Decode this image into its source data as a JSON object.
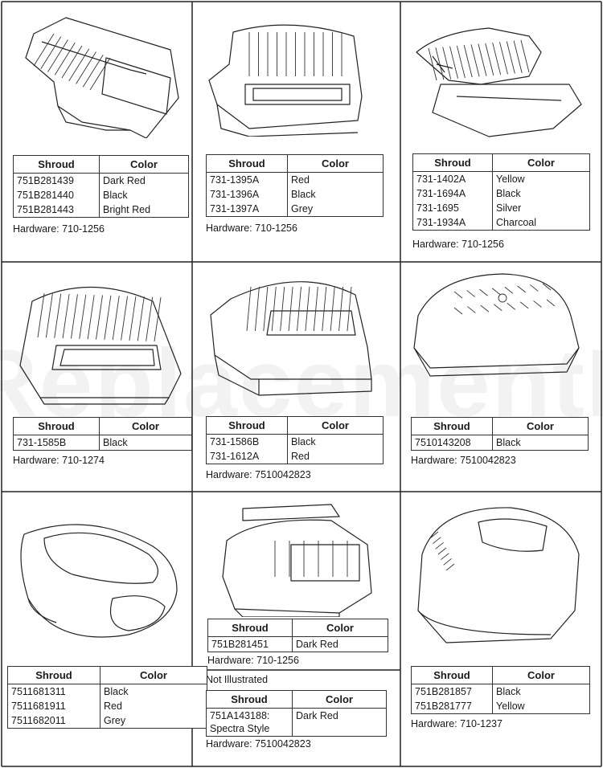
{
  "watermark": "ReplacementParts.com",
  "panels": [
    {
      "rows": [
        [
          "751B281439",
          "Dark Red"
        ],
        [
          "751B281440",
          "Black"
        ],
        [
          "751B281443",
          "Bright Red"
        ]
      ],
      "hardware": "Hardware: 710-1256"
    },
    {
      "rows": [
        [
          "731-1395A",
          "Red"
        ],
        [
          "731-1396A",
          "Black"
        ],
        [
          "731-1397A",
          "Grey"
        ]
      ],
      "hardware": "Hardware: 710-1256"
    },
    {
      "rows": [
        [
          "731-1402A",
          "Yellow"
        ],
        [
          "731-1694A",
          "Black"
        ],
        [
          "731-1695",
          "Silver"
        ],
        [
          "731-1934A",
          "Charcoal"
        ]
      ],
      "hardware": "Hardware: 710-1256"
    },
    {
      "rows": [
        [
          "731-1585B",
          "Black"
        ]
      ],
      "hardware": "Hardware: 710-1274"
    },
    {
      "rows": [
        [
          "731-1586B",
          "Black"
        ],
        [
          "731-1612A",
          "Red"
        ]
      ],
      "hardware": "Hardware: 7510042823"
    },
    {
      "rows": [
        [
          "7510143208",
          "Black"
        ]
      ],
      "hardware": "Hardware: 7510042823"
    },
    {
      "rows": [
        [
          "7511681311",
          "Black"
        ],
        [
          "7511681911",
          "Red"
        ],
        [
          "7511682011",
          "Grey"
        ]
      ],
      "hardware": ""
    },
    {
      "rows": [
        [
          "751B281451",
          "Dark Red"
        ]
      ],
      "hardware": "Hardware: 710-1256"
    },
    {
      "note": "Not Illustrated",
      "rows": [
        [
          "751A143188:\nSpectra Style",
          "Dark Red"
        ]
      ],
      "hardware": "Hardware: 7510042823"
    },
    {
      "rows": [
        [
          "751B281857",
          "Black"
        ],
        [
          "751B281777",
          "Yellow"
        ]
      ],
      "hardware": "Hardware: 710-1237"
    }
  ],
  "headers": {
    "shroud": "Shroud",
    "color": "Color"
  },
  "illustrations": [
    "shroud-flat-ribbed-icon",
    "shroud-ribbed-window-icon",
    "shroud-grille-top-icon",
    "shroud-large-ribbed-icon",
    "shroud-boxed-ribbed-icon",
    "shroud-dome-vented-icon",
    "shroud-ring-icon",
    "shroud-compact-vented-icon",
    "shroud-smooth-dome-icon"
  ]
}
